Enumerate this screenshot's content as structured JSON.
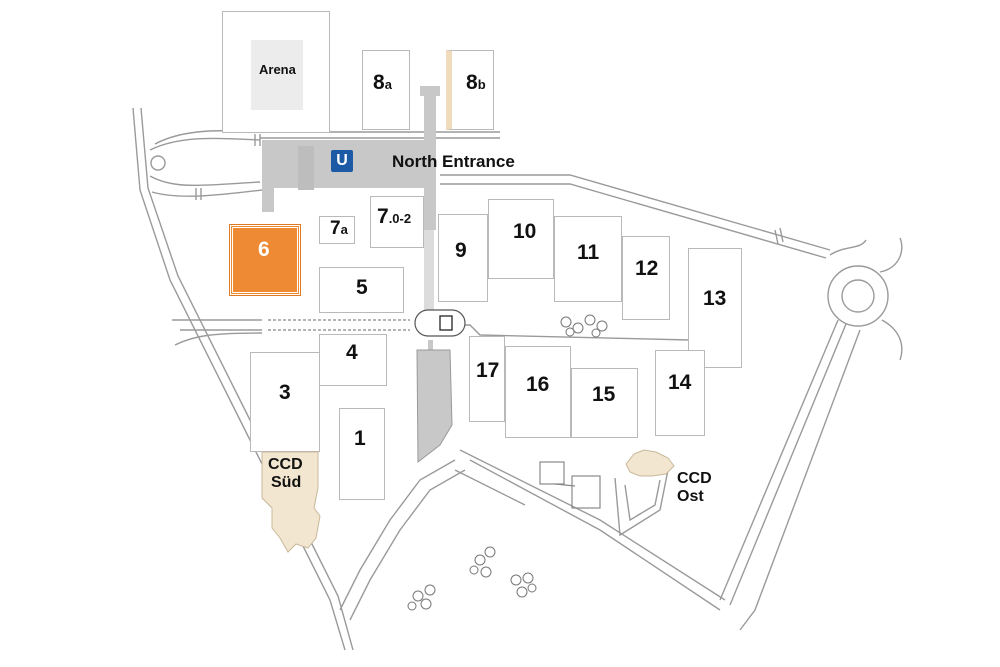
{
  "map": {
    "labels": {
      "arena": "Arena",
      "north_entrance": "North Entrance",
      "ccd_sued": [
        "CCD",
        "Süd"
      ],
      "ccd_ost": [
        "CCD",
        "Ost"
      ]
    },
    "halls": [
      {
        "id": "1",
        "label": "1"
      },
      {
        "id": "3",
        "label": "3"
      },
      {
        "id": "4",
        "label": "4"
      },
      {
        "id": "5",
        "label": "5"
      },
      {
        "id": "6",
        "label": "6",
        "highlighted": true
      },
      {
        "id": "7a",
        "label": "7",
        "suffix": "a"
      },
      {
        "id": "7.0-2",
        "label": "7",
        "suffix": ".0-2"
      },
      {
        "id": "8a",
        "label": "8",
        "suffix": "a"
      },
      {
        "id": "8b",
        "label": "8",
        "suffix": "b"
      },
      {
        "id": "9",
        "label": "9"
      },
      {
        "id": "10",
        "label": "10"
      },
      {
        "id": "11",
        "label": "11"
      },
      {
        "id": "12",
        "label": "12"
      },
      {
        "id": "13",
        "label": "13"
      },
      {
        "id": "14",
        "label": "14"
      },
      {
        "id": "15",
        "label": "15"
      },
      {
        "id": "16",
        "label": "16"
      },
      {
        "id": "17",
        "label": "17"
      }
    ],
    "colors": {
      "highlight": "#ef8a34",
      "walkway": "#c8c8c8",
      "hall_border": "#b9b9b9",
      "ccd_fill": "#f3e6d0",
      "ubahn": "#1c5aa6"
    },
    "icons": [
      "u-bahn-icon",
      "tree-icon",
      "roundabout-icon"
    ]
  }
}
